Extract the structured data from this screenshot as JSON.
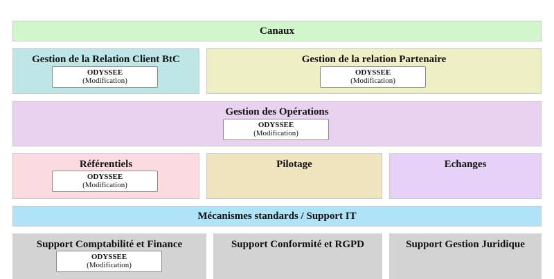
{
  "colors": {
    "canaux": "#d2f6cc",
    "grc": "#bfe6e6",
    "partenaire": "#efefc6",
    "operations": "#e8d2f0",
    "referentiels": "#fbdbe0",
    "pilotage": "#efe4be",
    "echanges": "#e6d2f9",
    "mecanismes": "#b1e3f8",
    "support": "#d3d3d3"
  },
  "blocks": {
    "canaux": {
      "title": "Canaux"
    },
    "grc": {
      "title": "Gestion de la Relation Client BtC",
      "app_name": "ODYSSEE",
      "app_status": "(Modification)"
    },
    "partenaire": {
      "title": "Gestion de la relation Partenaire",
      "app_name": "ODYSSEE",
      "app_status": "(Modification)"
    },
    "operations": {
      "title": "Gestion des Opérations",
      "app_name": "ODYSSEE",
      "app_status": "(Modification)"
    },
    "referentiels": {
      "title": "Référentiels",
      "app_name": "ODYSSEE",
      "app_status": "(Modification)"
    },
    "pilotage": {
      "title": "Pilotage"
    },
    "echanges": {
      "title": "Echanges"
    },
    "mecanismes": {
      "title": "Mécanismes standards / Support IT"
    },
    "compta": {
      "title": "Support Comptabilité et Finance",
      "app_name": "ODYSSEE",
      "app_status": "(Modification)"
    },
    "conformite": {
      "title": "Support Conformité et RGPD"
    },
    "juridique": {
      "title": "Support Gestion Juridique"
    }
  }
}
